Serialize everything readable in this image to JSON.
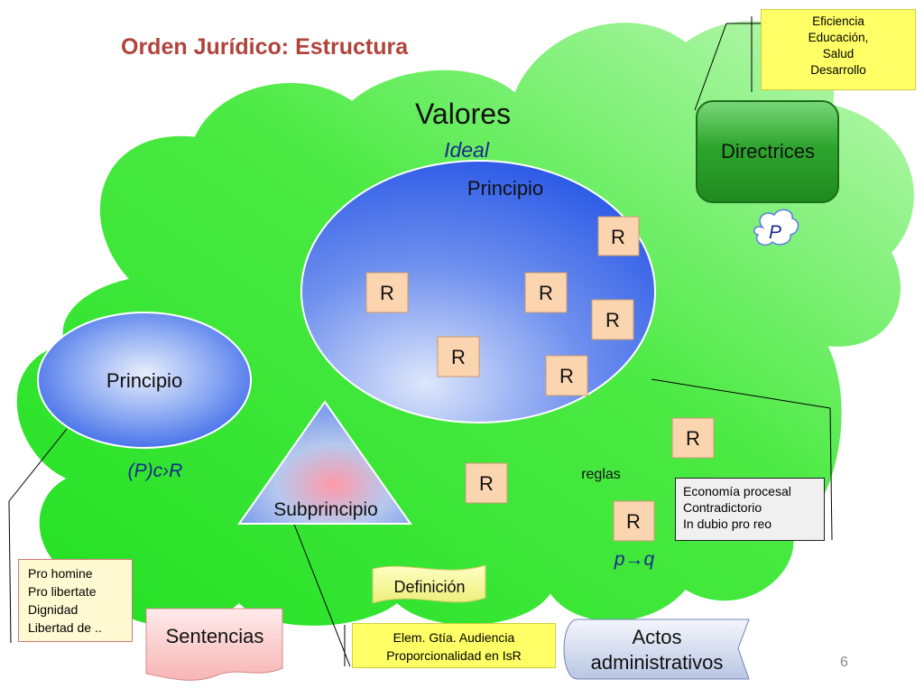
{
  "title": "Orden Jurídico: Estructura",
  "cloud": {
    "valores": "Valores",
    "ideal": "Ideal"
  },
  "principio_main": {
    "label": "Principio",
    "rules": [
      "R",
      "R",
      "R",
      "R",
      "R",
      "R"
    ]
  },
  "principio_left": {
    "label": "Principio",
    "formula": "(P)c›R"
  },
  "subprincipio": "Subprincipio",
  "directrices": {
    "label": "Directrices",
    "p_badge": "P"
  },
  "rules_loose": [
    "R",
    "R",
    "R"
  ],
  "reglas": "reglas",
  "p_q": "p→q",
  "definicion": "Definición",
  "sentencias": "Sentencias",
  "actos": [
    "Actos",
    "administrativos"
  ],
  "notes": {
    "directrices_examples": [
      "Eficiencia",
      "Educación,",
      "Salud",
      "Desarrollo"
    ],
    "rules_examples": [
      "Economía procesal",
      "Contradictorio",
      "In dubio pro reo"
    ],
    "principio_examples": [
      "Pro homine",
      "Pro libertate",
      "Dignidad",
      "Libertad de .."
    ],
    "subprincipio_examples": [
      "Elem. Gtía. Audiencia",
      "Proporcionalidad en IsR"
    ]
  },
  "page_number": "6",
  "colors": {
    "cloud_fill_dark": "#2fe62f",
    "cloud_fill_light": "#b8f7b0",
    "principio_blue": "#2f5ee8",
    "directrices_green": "#2ea52e",
    "rule_box": "#fbd5b0",
    "note_yellow": "#ffff66",
    "title": "#b0433a"
  }
}
